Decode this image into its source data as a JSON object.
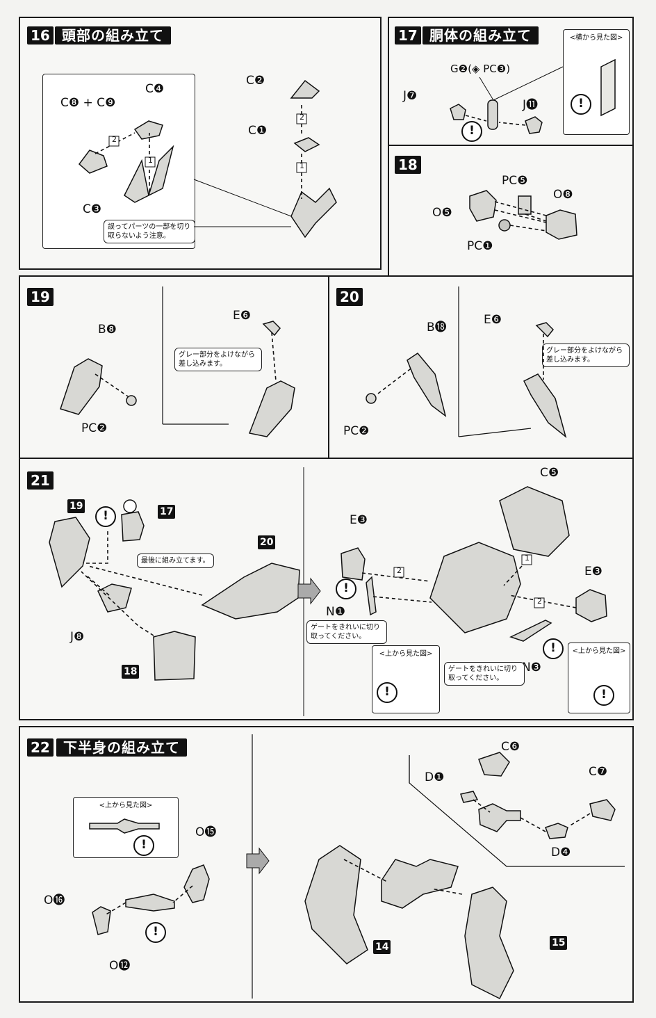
{
  "step16": {
    "number": "16",
    "title": "頭部の組み立て",
    "labels": {
      "c8c9": "C❽ + C❾",
      "c4": "C❹",
      "c3": "C❸",
      "c2": "C❷",
      "c1": "C❶"
    },
    "note": "誤ってパーツの一部を切り取らないよう注意。",
    "order": [
      "1",
      "2"
    ]
  },
  "step17": {
    "number": "17",
    "title": "胴体の組み立て",
    "labels": {
      "g2": "G❷(◈ PC❸)",
      "j7": "J❼",
      "j11": "J⓫"
    },
    "view_title": "<横から見た図>"
  },
  "step18": {
    "number": "18",
    "labels": {
      "pce": "PC❺",
      "o8": "O❽",
      "o5": "O❺",
      "pca": "PC❶"
    }
  },
  "step19": {
    "number": "19",
    "labels": {
      "b8": "B❽",
      "e6": "E❻",
      "pcb": "PC❷"
    },
    "note": "グレー部分をよけながら差し込みます。"
  },
  "step20": {
    "number": "20",
    "labels": {
      "b18": "B⓲",
      "e6": "E❻",
      "pcb": "PC❷"
    },
    "note": "グレー部分をよけながら差し込みます。"
  },
  "step21": {
    "number": "21",
    "tags": {
      "t19": "19",
      "t17": "17",
      "t20": "20",
      "t18": "18"
    },
    "labels": {
      "j8": "J❽",
      "e3a": "E❸",
      "e3b": "E❸",
      "c5": "C❺",
      "n1": "N❶",
      "n3": "N❸"
    },
    "note_last": "最後に組み立てます。",
    "note_gate": "ゲートをきれいに切り取ってください。",
    "view_title": "<上から見た図>",
    "order": [
      "1",
      "2"
    ]
  },
  "step22": {
    "number": "22",
    "title": "下半身の組み立て",
    "view_title": "<上から見た図>",
    "labels": {
      "o15": "O⓯",
      "o16": "O⓰",
      "o12": "O⓬",
      "c6": "C❻",
      "c7": "C❼",
      "d1": "D❶",
      "d4": "D❹"
    },
    "tags": {
      "t14": "14",
      "t15": "15"
    }
  }
}
